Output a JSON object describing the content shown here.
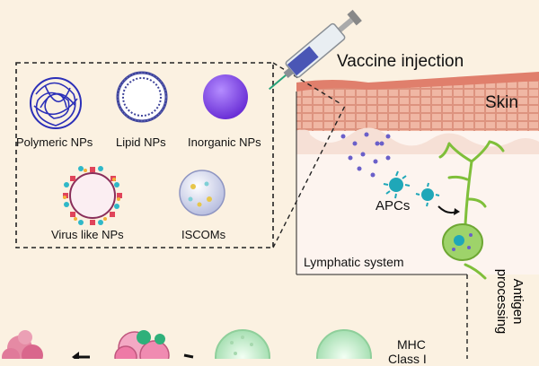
{
  "labels": {
    "vaccine_injection": "Vaccine injection",
    "skin": "Skin",
    "apcs": "APCs",
    "lymphatic_system": "Lymphatic system",
    "antigen_processing_line1": "Antigen",
    "antigen_processing_line2": "processing",
    "mhc_line1": "MHC",
    "mhc_line2": "Class I"
  },
  "nanoparticles": [
    {
      "name": "polymeric",
      "label": "Polymeric NPs",
      "color": "#2b2fb8"
    },
    {
      "name": "lipid",
      "label": "Lipid NPs",
      "color": "#4a4fa8"
    },
    {
      "name": "inorganic",
      "label": "Inorganic NPs",
      "color": "#7b3fe0"
    },
    {
      "name": "virus-like",
      "label": "Virus like NPs",
      "color": "#e0445a"
    },
    {
      "name": "iscoms",
      "label": "ISCOMs",
      "color": "#c8cde8"
    }
  ],
  "colors": {
    "background": "#fbf1e1",
    "skin_epidermis": "#e7a18e",
    "skin_dermis": "#f6e0d6",
    "apc": "#1fa7b8",
    "nerve_cell": "#8cc63f",
    "dashed_box": "#222222",
    "t_cell": "#c9ecd0",
    "tumor": "#e07a9a"
  }
}
